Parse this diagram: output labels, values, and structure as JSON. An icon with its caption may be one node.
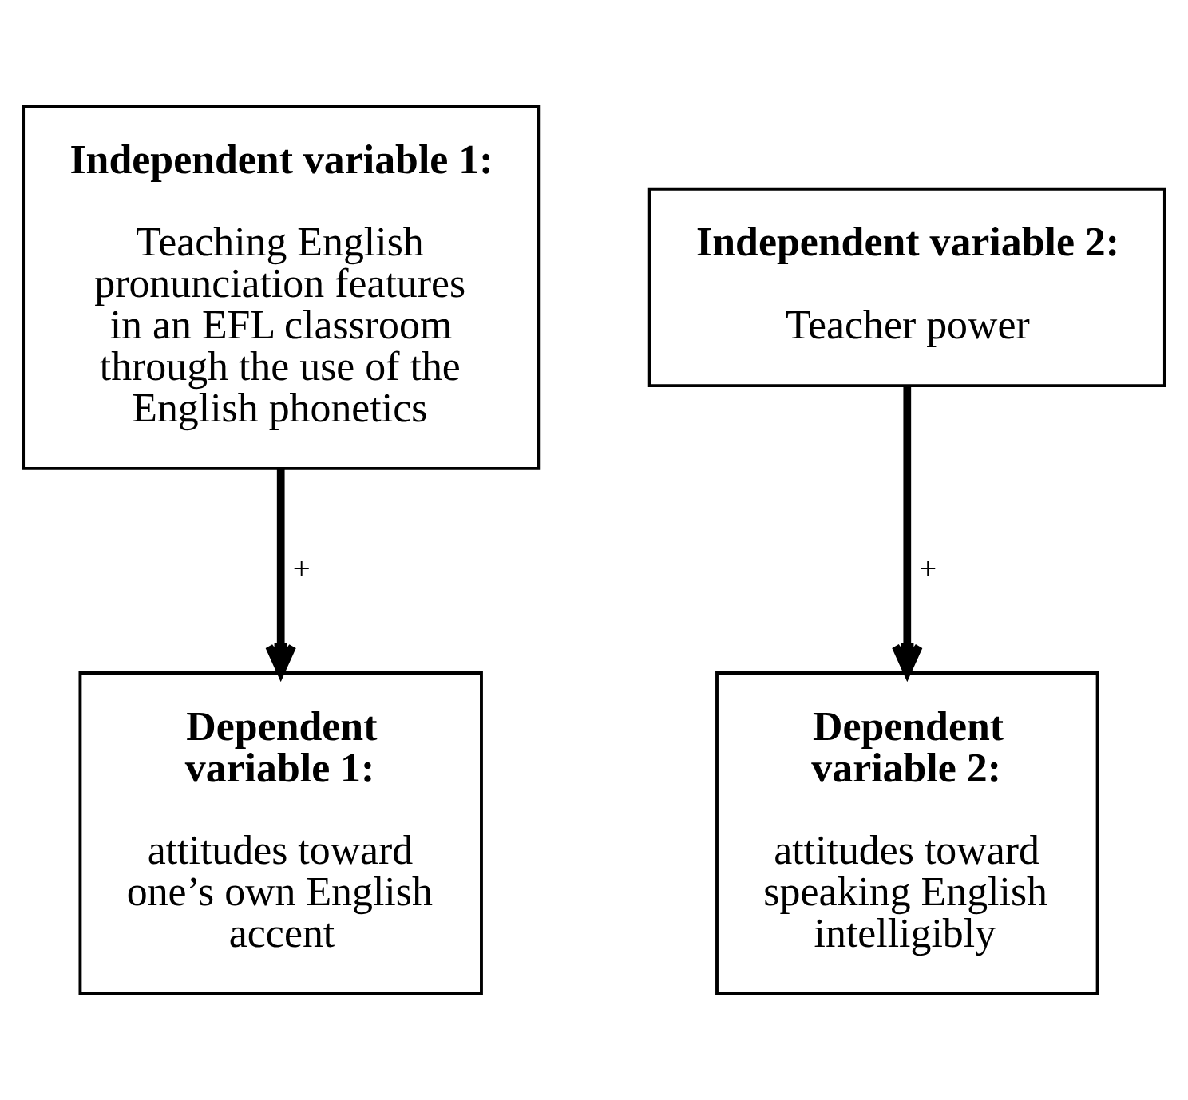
{
  "diagram": {
    "nodes": [
      {
        "text": [
          "Independent variable 1:",
          "Teaching English pronunciation features in an EFL classroom through the use of the English phonetics"
        ]
      },
      {
        "text": [
          "Independent variable 2:",
          "Teacher power"
        ]
      },
      {
        "text": [
          "Dependent variable 1:",
          "attitudes toward one’s own English accent"
        ]
      },
      {
        "text": [
          "Dependent variable 2:",
          "attitudes toward speaking English intelligibly"
        ]
      }
    ],
    "edges": [
      {
        "from": 0,
        "to": 2,
        "arrow": "to",
        "label": "+"
      },
      {
        "from": 1,
        "to": 3,
        "arrow": "to",
        "label": "+"
      }
    ]
  }
}
